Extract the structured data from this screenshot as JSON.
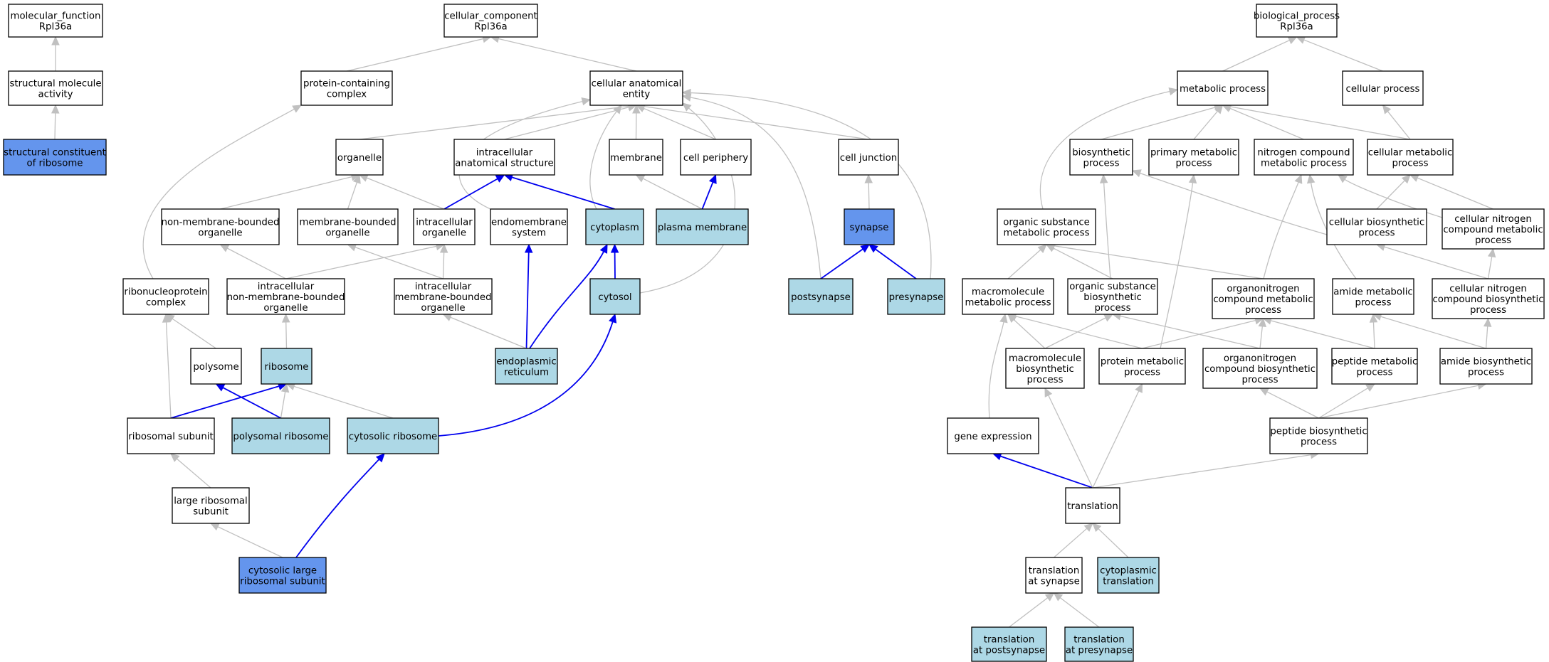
{
  "colors": {
    "default": "#ffffff",
    "light": "#add8e6",
    "dark": "#6495ed",
    "gray_edge": "#c0c0c0",
    "blue_edge": "#0000ee"
  },
  "nodes": {
    "mf_root": {
      "lines": [
        "molecular_function",
        "Rpl36a"
      ],
      "fill": "default"
    },
    "structural_activity": {
      "lines": [
        "structural molecule",
        "activity"
      ],
      "fill": "default"
    },
    "struct_ribosome": {
      "lines": [
        "structural constituent",
        "of ribosome"
      ],
      "fill": "dark"
    },
    "cc_root": {
      "lines": [
        "cellular_component",
        "Rpl36a"
      ],
      "fill": "default"
    },
    "protein_complex": {
      "lines": [
        "protein-containing",
        "complex"
      ],
      "fill": "default"
    },
    "anatomical_entity": {
      "lines": [
        "cellular anatomical",
        "entity"
      ],
      "fill": "default"
    },
    "organelle": {
      "lines": [
        "organelle"
      ],
      "fill": "default"
    },
    "intracellular_structure": {
      "lines": [
        "intracellular",
        "anatomical structure"
      ],
      "fill": "default"
    },
    "membrane": {
      "lines": [
        "membrane"
      ],
      "fill": "default"
    },
    "cell_periphery": {
      "lines": [
        "cell periphery"
      ],
      "fill": "default"
    },
    "cell_junction": {
      "lines": [
        "cell junction"
      ],
      "fill": "default"
    },
    "nonmembrane_organelle": {
      "lines": [
        "non-membrane-bounded",
        "organelle"
      ],
      "fill": "default"
    },
    "membrane_organelle": {
      "lines": [
        "membrane-bounded",
        "organelle"
      ],
      "fill": "default"
    },
    "intracellular_organelle": {
      "lines": [
        "intracellular",
        "organelle"
      ],
      "fill": "default"
    },
    "endomembrane": {
      "lines": [
        "endomembrane",
        "system"
      ],
      "fill": "default"
    },
    "cytoplasm": {
      "lines": [
        "cytoplasm"
      ],
      "fill": "light"
    },
    "plasma_membrane": {
      "lines": [
        "plasma membrane"
      ],
      "fill": "light"
    },
    "synapse": {
      "lines": [
        "synapse"
      ],
      "fill": "dark"
    },
    "rnp_complex": {
      "lines": [
        "ribonucleoprotein",
        "complex"
      ],
      "fill": "default"
    },
    "intra_nonmembrane": {
      "lines": [
        "intracellular",
        "non-membrane-bounded",
        "organelle"
      ],
      "fill": "default"
    },
    "intra_membrane": {
      "lines": [
        "intracellular",
        "membrane-bounded",
        "organelle"
      ],
      "fill": "default"
    },
    "cytosol": {
      "lines": [
        "cytosol"
      ],
      "fill": "light"
    },
    "postsynapse": {
      "lines": [
        "postsynapse"
      ],
      "fill": "light"
    },
    "presynapse": {
      "lines": [
        "presynapse"
      ],
      "fill": "light"
    },
    "polysome": {
      "lines": [
        "polysome"
      ],
      "fill": "default"
    },
    "ribosome": {
      "lines": [
        "ribosome"
      ],
      "fill": "light"
    },
    "er": {
      "lines": [
        "endoplasmic",
        "reticulum"
      ],
      "fill": "light"
    },
    "ribosomal_subunit": {
      "lines": [
        "ribosomal subunit"
      ],
      "fill": "default"
    },
    "polysomal_ribosome": {
      "lines": [
        "polysomal ribosome"
      ],
      "fill": "light"
    },
    "cytosolic_ribosome": {
      "lines": [
        "cytosolic ribosome"
      ],
      "fill": "light"
    },
    "large_subunit": {
      "lines": [
        "large ribosomal",
        "subunit"
      ],
      "fill": "default"
    },
    "cyto_large_subunit": {
      "lines": [
        "cytosolic large",
        "ribosomal subunit"
      ],
      "fill": "dark"
    },
    "bp_root": {
      "lines": [
        "biological_process",
        "Rpl36a"
      ],
      "fill": "default"
    },
    "metabolic": {
      "lines": [
        "metabolic process"
      ],
      "fill": "default"
    },
    "cellular_process": {
      "lines": [
        "cellular process"
      ],
      "fill": "default"
    },
    "biosynthetic": {
      "lines": [
        "biosynthetic",
        "process"
      ],
      "fill": "default"
    },
    "primary_metabolic": {
      "lines": [
        "primary metabolic",
        "process"
      ],
      "fill": "default"
    },
    "nitrogen_compound": {
      "lines": [
        "nitrogen compound",
        "metabolic process"
      ],
      "fill": "default"
    },
    "cellular_metabolic": {
      "lines": [
        "cellular metabolic",
        "process"
      ],
      "fill": "default"
    },
    "organic_substance": {
      "lines": [
        "organic substance",
        "metabolic process"
      ],
      "fill": "default"
    },
    "cellular_biosynthetic": {
      "lines": [
        "cellular biosynthetic",
        "process"
      ],
      "fill": "default"
    },
    "cellular_nitrogen_metabolic": {
      "lines": [
        "cellular nitrogen",
        "compound metabolic",
        "process"
      ],
      "fill": "default"
    },
    "macromolecule_metabolic": {
      "lines": [
        "macromolecule",
        "metabolic process"
      ],
      "fill": "default"
    },
    "organic_biosynthetic": {
      "lines": [
        "organic substance",
        "biosynthetic",
        "process"
      ],
      "fill": "default"
    },
    "organonitrogen_metabolic": {
      "lines": [
        "organonitrogen",
        "compound metabolic",
        "process"
      ],
      "fill": "default"
    },
    "amide_metabolic": {
      "lines": [
        "amide metabolic",
        "process"
      ],
      "fill": "default"
    },
    "cellular_nitrogen_biosynthetic": {
      "lines": [
        "cellular nitrogen",
        "compound biosynthetic",
        "process"
      ],
      "fill": "default"
    },
    "macromolecule_biosynthetic": {
      "lines": [
        "macromolecule",
        "biosynthetic",
        "process"
      ],
      "fill": "default"
    },
    "protein_metabolic": {
      "lines": [
        "protein metabolic",
        "process"
      ],
      "fill": "default"
    },
    "organonitrogen_biosynthetic": {
      "lines": [
        "organonitrogen",
        "compound biosynthetic",
        "process"
      ],
      "fill": "default"
    },
    "peptide_metabolic": {
      "lines": [
        "peptide metabolic",
        "process"
      ],
      "fill": "default"
    },
    "amide_biosynthetic": {
      "lines": [
        "amide biosynthetic",
        "process"
      ],
      "fill": "default"
    },
    "gene_expression": {
      "lines": [
        "gene expression"
      ],
      "fill": "default"
    },
    "peptide_biosynthetic": {
      "lines": [
        "peptide biosynthetic",
        "process"
      ],
      "fill": "default"
    },
    "translation": {
      "lines": [
        "translation"
      ],
      "fill": "default"
    },
    "translation_synapse": {
      "lines": [
        "translation",
        "at synapse"
      ],
      "fill": "default"
    },
    "cytoplasmic_translation": {
      "lines": [
        "cytoplasmic",
        "translation"
      ],
      "fill": "light"
    },
    "translation_postsynapse": {
      "lines": [
        "translation",
        "at postsynapse"
      ],
      "fill": "light"
    },
    "translation_presynapse": {
      "lines": [
        "translation",
        "at presynapse"
      ],
      "fill": "light"
    }
  },
  "edges": [
    {
      "from": "structural_activity",
      "to": "mf_root",
      "type": "gray"
    },
    {
      "from": "struct_ribosome",
      "to": "structural_activity",
      "type": "gray"
    },
    {
      "from": "protein_complex",
      "to": "cc_root",
      "type": "gray"
    },
    {
      "from": "anatomical_entity",
      "to": "cc_root",
      "type": "gray"
    },
    {
      "from": "organelle",
      "to": "anatomical_entity",
      "type": "gray"
    },
    {
      "from": "intracellular_structure",
      "to": "anatomical_entity",
      "type": "gray"
    },
    {
      "from": "membrane",
      "to": "anatomical_entity",
      "type": "gray"
    },
    {
      "from": "cell_periphery",
      "to": "anatomical_entity",
      "type": "gray"
    },
    {
      "from": "cell_junction",
      "to": "anatomical_entity",
      "type": "gray"
    },
    {
      "from": "cytoplasm",
      "to": "anatomical_entity",
      "type": "gray"
    },
    {
      "from": "endomembrane",
      "to": "anatomical_entity",
      "type": "gray"
    },
    {
      "from": "postsynapse",
      "to": "anatomical_entity",
      "type": "gray"
    },
    {
      "from": "presynapse",
      "to": "anatomical_entity",
      "type": "gray"
    },
    {
      "from": "cytosol",
      "to": "anatomical_entity",
      "type": "gray"
    },
    {
      "from": "nonmembrane_organelle",
      "to": "organelle",
      "type": "gray"
    },
    {
      "from": "membrane_organelle",
      "to": "organelle",
      "type": "gray"
    },
    {
      "from": "intracellular_organelle",
      "to": "organelle",
      "type": "gray"
    },
    {
      "from": "intracellular_organelle",
      "to": "intracellular_structure",
      "type": "blue"
    },
    {
      "from": "cytoplasm",
      "to": "intracellular_structure",
      "type": "blue"
    },
    {
      "from": "plasma_membrane",
      "to": "membrane",
      "type": "gray"
    },
    {
      "from": "plasma_membrane",
      "to": "cell_periphery",
      "type": "blue"
    },
    {
      "from": "synapse",
      "to": "cell_junction",
      "type": "gray"
    },
    {
      "from": "rnp_complex",
      "to": "protein_complex",
      "type": "gray"
    },
    {
      "from": "intra_nonmembrane",
      "to": "nonmembrane_organelle",
      "type": "gray"
    },
    {
      "from": "intra_nonmembrane",
      "to": "intracellular_organelle",
      "type": "gray"
    },
    {
      "from": "intra_membrane",
      "to": "membrane_organelle",
      "type": "gray"
    },
    {
      "from": "intra_membrane",
      "to": "intracellular_organelle",
      "type": "gray"
    },
    {
      "from": "cytosol",
      "to": "cytoplasm",
      "type": "blue"
    },
    {
      "from": "postsynapse",
      "to": "synapse",
      "type": "blue"
    },
    {
      "from": "presynapse",
      "to": "synapse",
      "type": "blue"
    },
    {
      "from": "polysome",
      "to": "rnp_complex",
      "type": "gray"
    },
    {
      "from": "ribosome",
      "to": "intra_nonmembrane",
      "type": "gray"
    },
    {
      "from": "er",
      "to": "endomembrane",
      "type": "blue"
    },
    {
      "from": "er",
      "to": "cytoplasm",
      "type": "blue"
    },
    {
      "from": "er",
      "to": "intra_membrane",
      "type": "gray"
    },
    {
      "from": "ribosomal_subunit",
      "to": "rnp_complex",
      "type": "gray"
    },
    {
      "from": "ribosomal_subunit",
      "to": "ribosome",
      "type": "blue"
    },
    {
      "from": "polysomal_ribosome",
      "to": "ribosome",
      "type": "gray"
    },
    {
      "from": "polysomal_ribosome",
      "to": "polysome",
      "type": "blue"
    },
    {
      "from": "cytosolic_ribosome",
      "to": "ribosome",
      "type": "gray"
    },
    {
      "from": "cytosolic_ribosome",
      "to": "cytosol",
      "type": "blue"
    },
    {
      "from": "large_subunit",
      "to": "ribosomal_subunit",
      "type": "gray"
    },
    {
      "from": "cyto_large_subunit",
      "to": "large_subunit",
      "type": "gray"
    },
    {
      "from": "cyto_large_subunit",
      "to": "cytosolic_ribosome",
      "type": "blue"
    },
    {
      "from": "metabolic",
      "to": "bp_root",
      "type": "gray"
    },
    {
      "from": "cellular_process",
      "to": "bp_root",
      "type": "gray"
    },
    {
      "from": "biosynthetic",
      "to": "metabolic",
      "type": "gray"
    },
    {
      "from": "primary_metabolic",
      "to": "metabolic",
      "type": "gray"
    },
    {
      "from": "nitrogen_compound",
      "to": "metabolic",
      "type": "gray"
    },
    {
      "from": "cellular_metabolic",
      "to": "metabolic",
      "type": "gray"
    },
    {
      "from": "cellular_metabolic",
      "to": "cellular_process",
      "type": "gray"
    },
    {
      "from": "organic_substance",
      "to": "metabolic",
      "type": "gray"
    },
    {
      "from": "cellular_biosynthetic",
      "to": "biosynthetic",
      "type": "gray"
    },
    {
      "from": "cellular_biosynthetic",
      "to": "cellular_metabolic",
      "type": "gray"
    },
    {
      "from": "cellular_nitrogen_metabolic",
      "to": "nitrogen_compound",
      "type": "gray"
    },
    {
      "from": "cellular_nitrogen_metabolic",
      "to": "cellular_metabolic",
      "type": "gray"
    },
    {
      "from": "macromolecule_metabolic",
      "to": "organic_substance",
      "type": "gray"
    },
    {
      "from": "organic_biosynthetic",
      "to": "organic_substance",
      "type": "gray"
    },
    {
      "from": "organic_biosynthetic",
      "to": "biosynthetic",
      "type": "gray"
    },
    {
      "from": "organonitrogen_metabolic",
      "to": "organic_substance",
      "type": "gray"
    },
    {
      "from": "organonitrogen_metabolic",
      "to": "nitrogen_compound",
      "type": "gray"
    },
    {
      "from": "amide_metabolic",
      "to": "nitrogen_compound",
      "type": "gray"
    },
    {
      "from": "cellular_nitrogen_biosynthetic",
      "to": "cellular_biosynthetic",
      "type": "gray"
    },
    {
      "from": "cellular_nitrogen_biosynthetic",
      "to": "cellular_nitrogen_metabolic",
      "type": "gray"
    },
    {
      "from": "macromolecule_biosynthetic",
      "to": "macromolecule_metabolic",
      "type": "gray"
    },
    {
      "from": "macromolecule_biosynthetic",
      "to": "organic_biosynthetic",
      "type": "gray"
    },
    {
      "from": "protein_metabolic",
      "to": "macromolecule_metabolic",
      "type": "gray"
    },
    {
      "from": "protein_metabolic",
      "to": "organonitrogen_metabolic",
      "type": "gray"
    },
    {
      "from": "protein_metabolic",
      "to": "primary_metabolic",
      "type": "gray"
    },
    {
      "from": "organonitrogen_biosynthetic",
      "to": "organonitrogen_metabolic",
      "type": "gray"
    },
    {
      "from": "organonitrogen_biosynthetic",
      "to": "organic_biosynthetic",
      "type": "gray"
    },
    {
      "from": "peptide_metabolic",
      "to": "amide_metabolic",
      "type": "gray"
    },
    {
      "from": "peptide_metabolic",
      "to": "organonitrogen_metabolic",
      "type": "gray"
    },
    {
      "from": "amide_biosynthetic",
      "to": "amide_metabolic",
      "type": "gray"
    },
    {
      "from": "amide_biosynthetic",
      "to": "cellular_nitrogen_biosynthetic",
      "type": "gray"
    },
    {
      "from": "gene_expression",
      "to": "macromolecule_metabolic",
      "type": "gray"
    },
    {
      "from": "peptide_biosynthetic",
      "to": "peptide_metabolic",
      "type": "gray"
    },
    {
      "from": "peptide_biosynthetic",
      "to": "amide_biosynthetic",
      "type": "gray"
    },
    {
      "from": "peptide_biosynthetic",
      "to": "organonitrogen_biosynthetic",
      "type": "gray"
    },
    {
      "from": "translation",
      "to": "gene_expression",
      "type": "blue"
    },
    {
      "from": "translation",
      "to": "macromolecule_biosynthetic",
      "type": "gray"
    },
    {
      "from": "translation",
      "to": "protein_metabolic",
      "type": "gray"
    },
    {
      "from": "translation",
      "to": "peptide_biosynthetic",
      "type": "gray"
    },
    {
      "from": "translation_synapse",
      "to": "translation",
      "type": "gray"
    },
    {
      "from": "cytoplasmic_translation",
      "to": "translation",
      "type": "gray"
    },
    {
      "from": "translation_postsynapse",
      "to": "translation_synapse",
      "type": "gray"
    },
    {
      "from": "translation_presynapse",
      "to": "translation_synapse",
      "type": "gray"
    }
  ]
}
